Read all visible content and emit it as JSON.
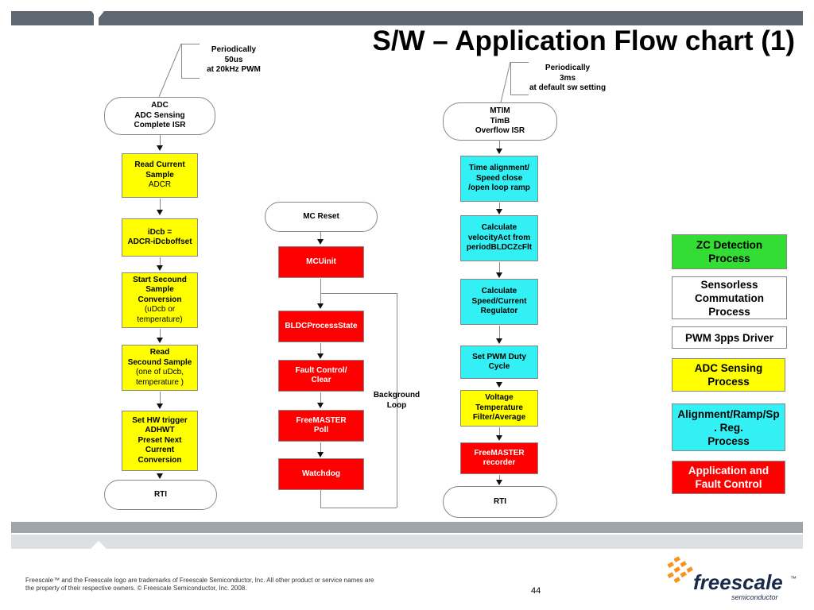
{
  "title": "S/W – Application Flow chart (1)",
  "notes": {
    "left": [
      "Periodically",
      "50us",
      "at 20kHz PWM"
    ],
    "right": [
      "Periodically",
      "3ms",
      "at default sw setting"
    ]
  },
  "left_column": {
    "start": [
      "ADC",
      "ADC Sensing",
      "Complete ISR"
    ],
    "box1": {
      "bold": [
        "Read Current",
        "Sample"
      ],
      "plain": [
        "ADCR"
      ]
    },
    "box2": {
      "bold": [
        "iDcb =",
        "ADCR-iDcboffset"
      ]
    },
    "box3": {
      "bold": [
        "Start  Secound",
        "Sample",
        "Conversion"
      ],
      "plain": [
        "(uDcb or",
        "temperature)"
      ]
    },
    "box4": {
      "bold": [
        "Read",
        "Secound Sample"
      ],
      "plain": [
        "(one of uDcb,",
        "temperature )"
      ]
    },
    "box5": {
      "bold": [
        "Set HW trigger",
        "ADHWT",
        "Preset Next",
        "Current",
        "Conversion"
      ]
    },
    "end": "RTI"
  },
  "middle_column": {
    "start": "MC Reset",
    "box1": "MCUinit",
    "box2": "BLDCProcessState",
    "box3": [
      "Fault Control/",
      "Clear"
    ],
    "box4": [
      "FreeMASTER",
      "Poll"
    ],
    "box5": "Watchdog",
    "loop_label": [
      "Background",
      "Loop"
    ]
  },
  "right_column": {
    "start": [
      "MTIM",
      "TimB",
      "Overflow ISR"
    ],
    "box1": [
      "Time alignment/",
      "Speed  close",
      "/open loop ramp"
    ],
    "box2": [
      "Calculate",
      "velocityAct from",
      "periodBLDCZcFlt"
    ],
    "box3": [
      "Calculate",
      "Speed/Current",
      "Regulator"
    ],
    "box4": [
      "Set PWM Duty",
      "Cycle"
    ],
    "box5": [
      "Voltage",
      "Temperature",
      "Filter/Average"
    ],
    "box6": [
      "FreeMASTER",
      "recorder"
    ],
    "end": "RTI"
  },
  "legend": [
    {
      "label": [
        "ZC Detection",
        "Process"
      ],
      "color": "#33dd33"
    },
    {
      "label": [
        "Sensorless",
        "Commutation",
        "Process"
      ],
      "color": "#ffffff"
    },
    {
      "label": [
        "PWM 3pps Driver"
      ],
      "color": "#ffffff"
    },
    {
      "label": [
        "ADC Sensing",
        "Process"
      ],
      "color": "#ffff00"
    },
    {
      "label": [
        "Alignment/Ramp/Sp",
        ". Reg.",
        "Process"
      ],
      "color": "#33f0f4"
    },
    {
      "label": [
        "Application and",
        "Fault Control"
      ],
      "color": "#ff0000"
    }
  ],
  "footer": {
    "line1": "Freescale™ and the Freescale logo are trademarks of Freescale Semiconductor, Inc. All other product or service names are",
    "line2": "the property of their respective owners. © Freescale Semiconductor, Inc. 2008.",
    "page": "44",
    "logo_word": "freescale",
    "logo_tm": "™",
    "logo_sub": "semiconductor"
  }
}
